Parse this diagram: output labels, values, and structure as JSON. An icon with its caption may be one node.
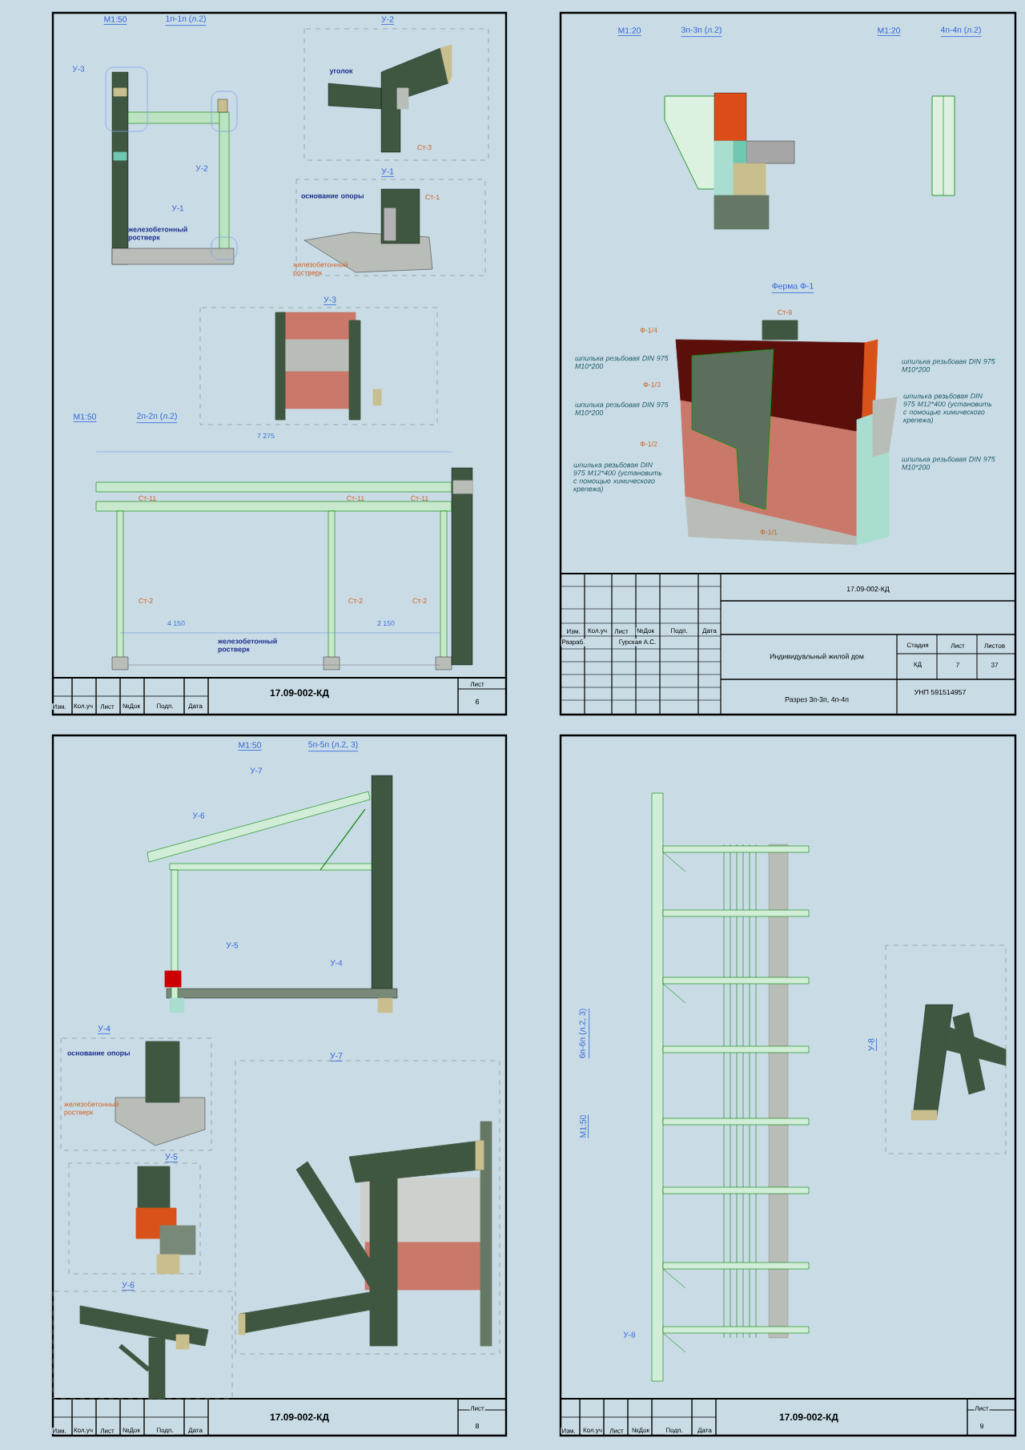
{
  "diagram": {
    "labels": [
      "М1:50",
      "1п-1п (л.2)",
      "У-2",
      "У-1",
      "У-3",
      "У-3",
      "У-2",
      "У-1",
      "железобетонный ростверк",
      "уголок",
      "основание опоры",
      "железобетонный ростверк",
      "Ст-1",
      "Ст-3",
      "М1:50",
      "2п-2п (л.2)",
      "7 275",
      "Ст-11",
      "Ст-11",
      "Ст-11",
      "Ст-2",
      "Ст-2",
      "Ст-2",
      "4 150",
      "2 150",
      "железобетонный ростверк",
      "17.09-002-КД",
      "Изм.",
      "Кол.уч",
      "Лист",
      "№Док",
      "Подп.",
      "Дата",
      "Лист",
      "6",
      "М1:20",
      "3п-3п (л.2)",
      "М1:20",
      "4п-4п (л.2)",
      "Ферма Ф-1",
      "Ст-9",
      "Ф-1/4",
      "шпилька резьбовая DIN 975 M10*200",
      "Ф-1/3",
      "шпилька резьбовая DIN 975 M10*200",
      "Ф-1/2",
      "шпилька резьбовая DIN 975 M12*400 (установить с помощью химического крепежа)",
      "шпилька резьбовая DIN 975 M10*200",
      "шпилька резьбовая DIN 975 M12*400 (установить с помощью химического крепежа)",
      "шпилька резьбовая DIN 975 M10*200",
      "Ф-1/1",
      "17.09-002-КД",
      "Изм.",
      "Кол.уч",
      "Лист",
      "№Док",
      "Подп.",
      "Дата",
      "Разраб.",
      "Гурская А.С.",
      "Индивидуальный жилой дом",
      "Стадия",
      "Лист",
      "Листов",
      "КД",
      "7",
      "37",
      "Разрез 3п-3п, 4п-4п",
      "УНП 591514957",
      "М1:50",
      "5п-5п (л.2, 3)",
      "У-7",
      "У-6",
      "У-5",
      "У-4",
      "У-4",
      "основание опоры",
      "железобетонный ростверк",
      "У-7",
      "У-5",
      "У-6",
      "17.09-002-КД",
      "Изм.",
      "Кол.уч",
      "Лист",
      "№Док",
      "Подп.",
      "Дата",
      "Лист",
      "8",
      "М1:50",
      "6п-6п (л.2, 3)",
      "У-8",
      "У-8",
      "17.09-002-КД",
      "Изм.",
      "Кол.уч",
      "Лист",
      "№Док",
      "Подп.",
      "Дата",
      "Лист",
      "9"
    ]
  }
}
